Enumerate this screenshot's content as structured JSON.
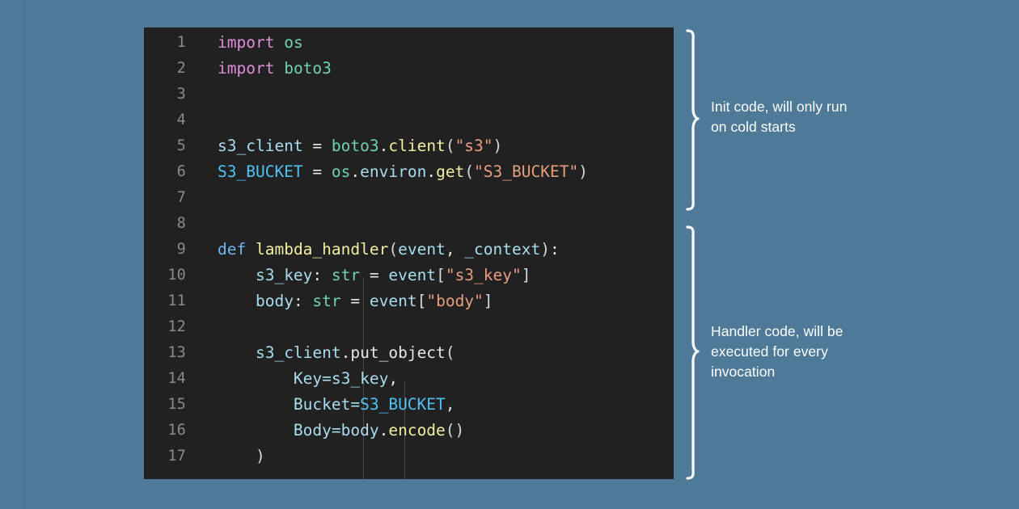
{
  "page": {
    "background_color": "#4e7a98",
    "title": "AWS Lambda Python handler code diagram"
  },
  "code_block": {
    "background_color": "#212121",
    "language": "python",
    "first_line_number": 1,
    "last_line_number": 17,
    "lines": [
      {
        "n": "1",
        "text": "import os"
      },
      {
        "n": "2",
        "text": "import boto3"
      },
      {
        "n": "3",
        "text": ""
      },
      {
        "n": "4",
        "text": ""
      },
      {
        "n": "5",
        "text": "s3_client = boto3.client(\"s3\")"
      },
      {
        "n": "6",
        "text": "S3_BUCKET = os.environ.get(\"S3_BUCKET\")"
      },
      {
        "n": "7",
        "text": ""
      },
      {
        "n": "8",
        "text": ""
      },
      {
        "n": "9",
        "text": "def lambda_handler(event, _context):"
      },
      {
        "n": "10",
        "text": "    s3_key: str = event[\"s3_key\"]"
      },
      {
        "n": "11",
        "text": "    body: str = event[\"body\"]"
      },
      {
        "n": "12",
        "text": ""
      },
      {
        "n": "13",
        "text": "    s3_client.put_object("
      },
      {
        "n": "14",
        "text": "        Key=s3_key,"
      },
      {
        "n": "15",
        "text": "        Bucket=S3_BUCKET,"
      },
      {
        "n": "16",
        "text": "        Body=body.encode()"
      },
      {
        "n": "17",
        "text": "    )"
      }
    ],
    "tokens": {
      "l1": {
        "kw": "import",
        "sp": " ",
        "mod": "os"
      },
      "l2": {
        "kw": "import",
        "sp": " ",
        "mod": "boto3"
      },
      "l5": {
        "var": "s3_client",
        "eq": " = ",
        "mod": "boto3",
        "dot": ".",
        "fn": "client",
        "open": "(",
        "str": "\"s3\"",
        "close": ")"
      },
      "l6": {
        "const": "S3_BUCKET",
        "eq": " = ",
        "mod": "os",
        "dot1": ".",
        "mod2": "environ",
        "dot2": ".",
        "fn": "get",
        "open": "(",
        "str": "\"S3_BUCKET\"",
        "close": ")"
      },
      "l9": {
        "def": "def",
        "sp": " ",
        "fn": "lambda_handler",
        "open": "(",
        "a1": "event",
        "comma": ", ",
        "a2": "_context",
        "close": ")",
        "colon": ":"
      },
      "l10": {
        "var": "s3_key",
        "colon": ": ",
        "type": "str",
        "eq": " = ",
        "obj": "event",
        "br1": "[",
        "str": "\"s3_key\"",
        "br2": "]"
      },
      "l11": {
        "var": "body",
        "colon": ": ",
        "type": "str",
        "eq": " = ",
        "obj": "event",
        "br1": "[",
        "str": "\"body\"",
        "br2": "]"
      },
      "l13": {
        "var": "s3_client",
        "dot": ".",
        "fn": "put_object",
        "open": "("
      },
      "l14": {
        "kwarg": "Key=",
        "val": "s3_key",
        "comma": ","
      },
      "l15": {
        "kwarg": "Bucket=",
        "val": "S3_BUCKET",
        "comma": ","
      },
      "l16": {
        "kwarg": "Body=",
        "val": "body",
        "dot": ".",
        "fn": "encode",
        "parens": "()"
      },
      "l17": {
        "close": ")"
      }
    },
    "colors": {
      "keyword": "#e08bd8",
      "def_keyword": "#6cb6ff",
      "module": "#6fd3b2",
      "function": "#f2f0a0",
      "string": "#e79e7e",
      "variable": "#a8dcf0",
      "constant": "#4fc3f7",
      "plain": "#e6e6e6",
      "line_number": "#8a8a8a"
    }
  },
  "annotations": [
    {
      "id": "init-code",
      "lines": [
        "Init code, will only run",
        "on cold starts"
      ],
      "brace_covers_lines": "1-7"
    },
    {
      "id": "handler-code",
      "lines": [
        "Handler code, will be",
        "executed for every",
        "invocation"
      ],
      "brace_covers_lines": "9-17"
    }
  ]
}
